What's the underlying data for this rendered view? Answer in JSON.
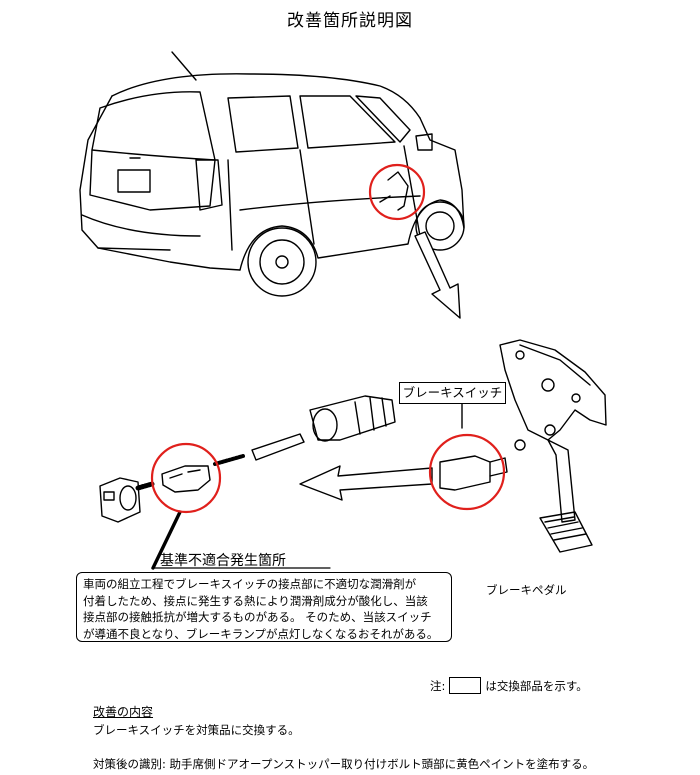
{
  "title": "改善箇所説明図",
  "callouts": {
    "switch_label": "ブレーキスイッチ",
    "defect_label": "基準不適合発生箇所",
    "pedal_label": "ブレーキペダル"
  },
  "description_lines": [
    "車両の組立工程でブレーキスイッチの接点部に不適切な潤滑剤が",
    "付着したため、接点に発生する熱により潤滑剤成分が酸化し、当該",
    "接点部の接触抵抗が増大するものがある。 そのため、当該スイッチ",
    "が導通不良となり、ブレーキランプが点灯しなくなるおそれがある。"
  ],
  "legend": {
    "prefix": "注:",
    "suffix": "は交換部品を示す。"
  },
  "improvement": {
    "heading": "改善の内容",
    "body": "ブレーキスイッチを対策品に交換する。"
  },
  "identification": "対策後の識別:  助手席側ドアオープンストッパー取り付けボルト頭部に黄色ペイントを塗布する。",
  "colors": {
    "highlight_circle": "#e0201c",
    "line": "#000000"
  }
}
